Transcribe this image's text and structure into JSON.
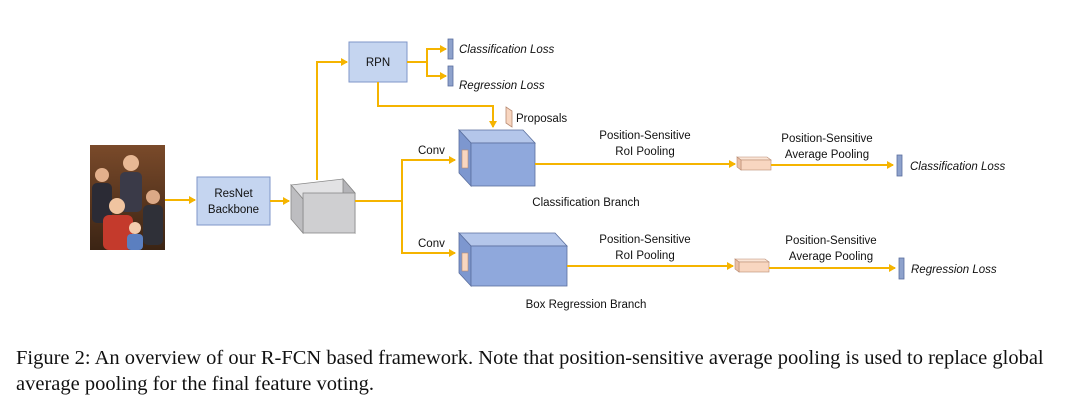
{
  "diagram": {
    "rpn_label": "RPN",
    "rpn_cls_loss": "Classification Loss",
    "rpn_reg_loss": "Regression Loss",
    "proposals_label": "Proposals",
    "backbone_line1": "ResNet",
    "backbone_line2": "Backbone",
    "conv_top": "Conv",
    "conv_bottom": "Conv",
    "ps_roi_top_line1": "Position-Sensitive",
    "ps_roi_top_line2": "RoI Pooling",
    "ps_avg_top_line1": "Position-Sensitive",
    "ps_avg_top_line2": "Average Pooling",
    "final_cls_loss": "Classification Loss",
    "cls_branch": "Classification Branch",
    "ps_roi_bottom_line1": "Position-Sensitive",
    "ps_roi_bottom_line2": "RoI Pooling",
    "ps_avg_bottom_line1": "Position-Sensitive",
    "ps_avg_bottom_line2": "Average Pooling",
    "final_reg_loss": "Regression Loss",
    "reg_branch": "Box Regression Branch"
  },
  "colors": {
    "arrow": "#f5b400",
    "box_fill": "#c5d5f0",
    "box_stroke": "#7f96c8",
    "cube_front": "#8fa8dc",
    "cube_top": "#b4c6ea",
    "cube_side": "#6f8bc6",
    "feature_grey": "#cfcfd1",
    "pool_pink": "#f8d6c0"
  },
  "caption": "Figure 2: An overview of our R-FCN based framework. Note that position-sensitive average pooling is used to replace global average pooling for the final feature voting."
}
